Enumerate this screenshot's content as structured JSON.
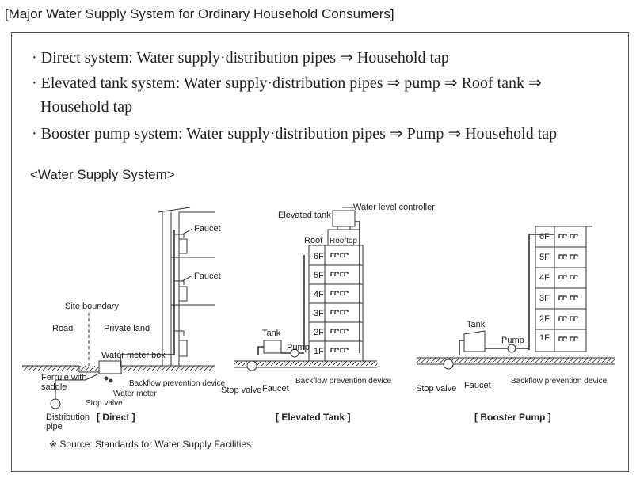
{
  "heading": "[Major Water Supply System for Ordinary Household Consumers]",
  "bullets": [
    {
      "line1": "· Direct system: Water supply·distribution pipes ⇒ Household tap",
      "line2": ""
    },
    {
      "line1": "· Elevated tank system: Water supply·distribution pipes ⇒ pump ⇒ Roof tank ⇒",
      "line2": "Household tap"
    },
    {
      "line1": "· Booster pump system: Water supply·distribution pipes ⇒ Pump ⇒ Household tap",
      "line2": ""
    }
  ],
  "subtitle": "<Water Supply System>",
  "direct": {
    "caption": "[ Direct ]",
    "faucet1": "Faucet",
    "faucet2": "Faucet",
    "site_boundary": "Site boundary",
    "road": "Road",
    "private_land": "Private land",
    "meter_box": "Water meter box",
    "ferrule_1": "Ferrule with",
    "ferrule_2": "saddle",
    "backflow": "Backflow prevention device",
    "water_meter": "Water meter",
    "stop_valve": "Stop valve",
    "dist_pipe_1": "Distribution",
    "dist_pipe_2": "pipe"
  },
  "elevated": {
    "caption": "[ Elevated Tank ]",
    "elevated_tank": "Elevated tank",
    "level_controller": "Water level controller",
    "roof": "Roof",
    "rooftop": "Rooftop",
    "floors": [
      "6F",
      "5F",
      "4F",
      "3F",
      "2F",
      "1F"
    ],
    "tank": "Tank",
    "pump": "Pump",
    "stop_valve": "Stop valve",
    "faucet": "Faucet",
    "backflow": "Backflow prevention device"
  },
  "booster": {
    "caption": "[ Booster Pump ]",
    "floors": [
      "6F",
      "5F",
      "4F",
      "3F",
      "2F",
      "1F"
    ],
    "tank": "Tank",
    "pump": "Pump",
    "stop_valve": "Stop valve",
    "faucet": "Faucet",
    "backflow": "Backflow prevention device"
  },
  "source": "※ Source: Standards for Water Supply Facilities"
}
